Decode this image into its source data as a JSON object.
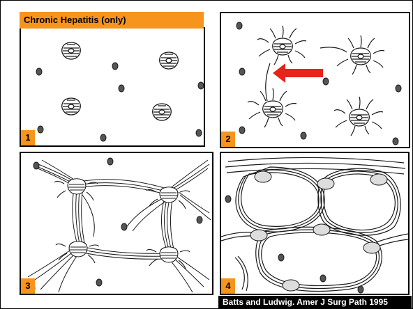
{
  "title": "Chronic Hepatitis (only)",
  "panels": [
    {
      "number": "1"
    },
    {
      "number": "2"
    },
    {
      "number": "3"
    },
    {
      "number": "4"
    }
  ],
  "citation": "Batts and Ludwig. Amer J Surg Path 1995",
  "colors": {
    "accent": "#f7941d",
    "arrow": "#e8231b",
    "ink": "#1a1a1a"
  }
}
